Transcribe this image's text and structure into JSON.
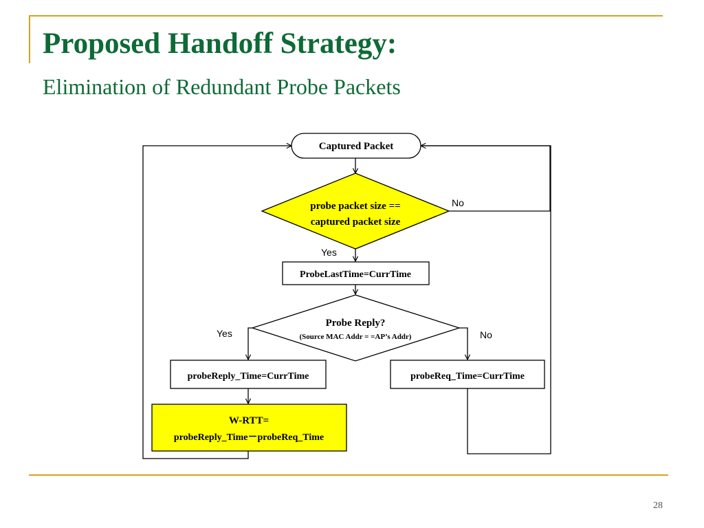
{
  "slide": {
    "title": "Proposed Handoff Strategy:",
    "subtitle": "Elimination of Redundant Probe Packets",
    "page_number": "28"
  },
  "colors": {
    "title": "#0e6a36",
    "accent_line": "#d9a21b",
    "highlight_fill": "#ffff00"
  },
  "flowchart": {
    "start": "Captured Packet",
    "decision1": {
      "line1": "probe packet size ==",
      "line2": "captured packet size",
      "yes": "Yes",
      "no": "No"
    },
    "process1": "ProbeLastTime=CurrTime",
    "decision2": {
      "line1": "Probe Reply?",
      "line2": "(Source MAC Addr = =AP’s Addr)",
      "yes": "Yes",
      "no": "No"
    },
    "process_reply": "probeReply_Time=CurrTime",
    "process_req": "probeReq_Time=CurrTime",
    "rtt": {
      "line1": "W-RTT=",
      "line2": "probeReply_Time－probeReq_Time"
    }
  }
}
